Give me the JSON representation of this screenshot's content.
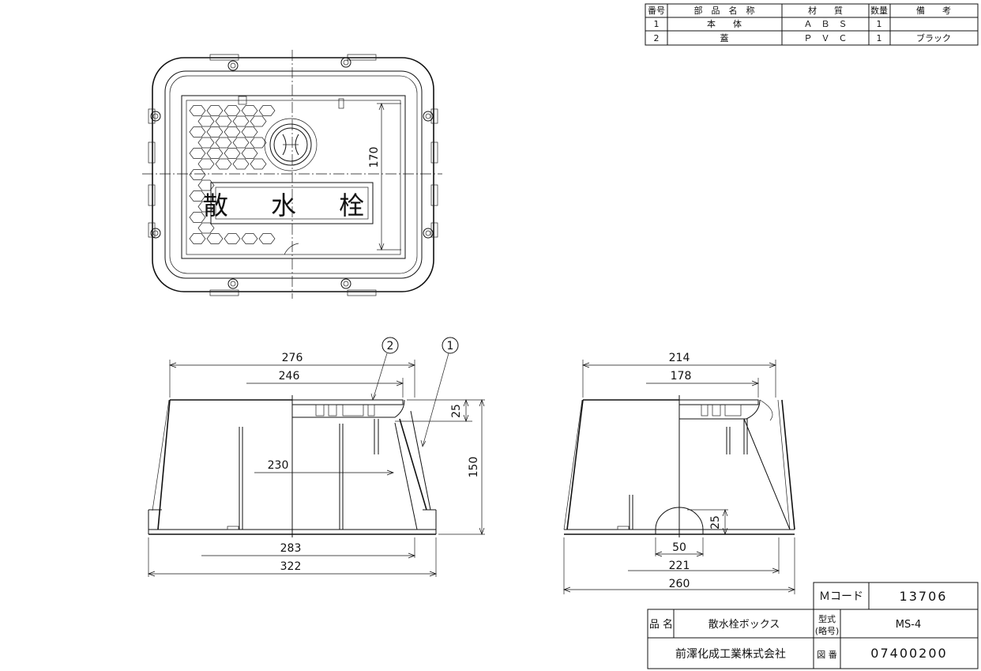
{
  "parts_table": {
    "headers": [
      "番号",
      "部　品　名　称",
      "材　　質",
      "数量",
      "備　　考"
    ],
    "rows": [
      [
        "1",
        "本　　体",
        "Ａ　Ｂ　Ｓ",
        "1",
        ""
      ],
      [
        "2",
        "蓋",
        "Ｐ　Ｖ　Ｃ",
        "1",
        "ブラック"
      ]
    ]
  },
  "lid_label": "散 水 栓",
  "dimensions": {
    "front_276": "276",
    "front_246": "246",
    "front_230": "230",
    "front_283": "283",
    "front_322": "322",
    "front_25": "25",
    "front_150": "150",
    "side_214": "214",
    "side_178": "178",
    "side_25": "25",
    "side_50": "50",
    "side_221": "221",
    "side_260": "260",
    "plan_170": "170"
  },
  "callouts": {
    "c1": "1",
    "c2": "2"
  },
  "title_block": {
    "mcode_label": "Ｍコード",
    "mcode_value": "13706",
    "product_label": "品 名",
    "product_value": "散水栓ボックス",
    "model_label_1": "型式",
    "model_label_2": "(略号)",
    "model_value": "MS-4",
    "company": "前澤化成工業株式会社",
    "drawing_no_label": "図 番",
    "drawing_no_value": "07400200"
  }
}
